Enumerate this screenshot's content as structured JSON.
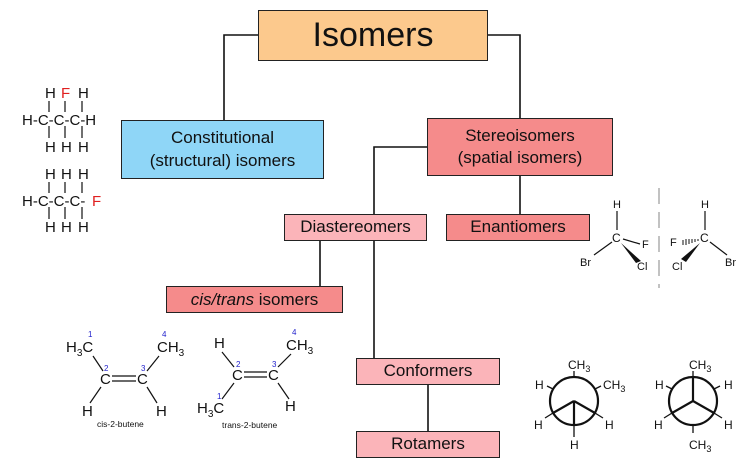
{
  "title": "Isomers",
  "constitutional": {
    "line1": "Constitutional",
    "line2": "(structural) isomers"
  },
  "stereo": {
    "line1": "Stereoisomers",
    "line2": "(spatial isomers)"
  },
  "diastereomers": "Diastereomers",
  "enantiomers": "Enantiomers",
  "cistrans": {
    "italic": "cis/trans",
    "rest": " isomers"
  },
  "conformers": "Conformers",
  "rotamers": "Rotamers",
  "molecules": {
    "propane_top": {
      "h": "H",
      "f": "F",
      "chain": "H-C-C-C-H"
    },
    "propane_bottom": {
      "h": "H",
      "f": "F",
      "chain": "H-C-C-C-"
    },
    "cis": {
      "ch3": "CH",
      "sub3": "3",
      "h3c": "H",
      "c": "C",
      "h": "H",
      "n1": "1",
      "n2": "2",
      "n3": "3",
      "n4": "4",
      "caption": "cis-2-butene"
    },
    "trans": {
      "caption": "trans-2-butene"
    },
    "enantiomer": {
      "h": "H",
      "c": "C",
      "f": "F",
      "br": "Br",
      "cl": "Cl"
    },
    "newman": {
      "ch3": "CH",
      "sub3": "3",
      "h": "H"
    }
  },
  "colors": {
    "title": "#fcc98d",
    "constitutional": "#8fd6f7",
    "stereo": "#f58b8b",
    "sub": "#fbb4b9",
    "fluorine": "#e02020",
    "number": "#2222cc"
  }
}
